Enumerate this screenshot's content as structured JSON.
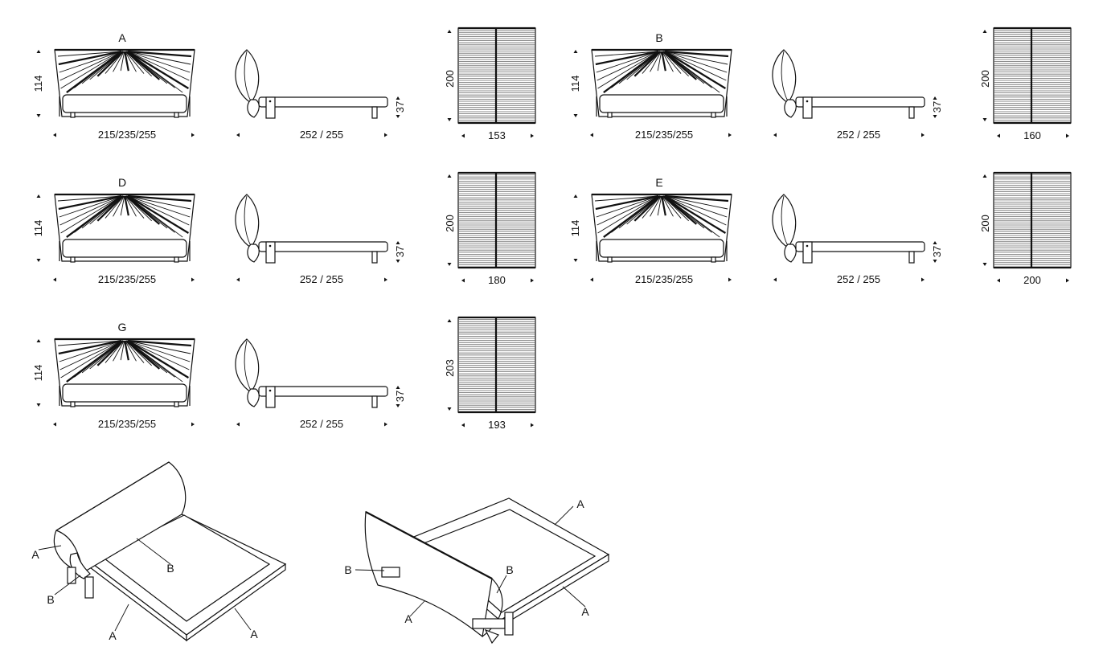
{
  "models": [
    {
      "letter": "A",
      "height": "114",
      "width": "215/235/255",
      "length": "252 / 255",
      "base": "37",
      "slat_length": "200",
      "slat_width": "153"
    },
    {
      "letter": "B",
      "height": "114",
      "width": "215/235/255",
      "length": "252 / 255",
      "base": "37",
      "slat_length": "200",
      "slat_width": "160"
    },
    {
      "letter": "D",
      "height": "114",
      "width": "215/235/255",
      "length": "252 / 255",
      "base": "37",
      "slat_length": "200",
      "slat_width": "180"
    },
    {
      "letter": "E",
      "height": "114",
      "width": "215/235/255",
      "length": "252 / 255",
      "base": "37",
      "slat_length": "200",
      "slat_width": "200"
    },
    {
      "letter": "G",
      "height": "114",
      "width": "215/235/255",
      "length": "252 / 255",
      "base": "37",
      "slat_length": "203",
      "slat_width": "193"
    }
  ],
  "iso1": {
    "labels": [
      "A",
      "B",
      "B",
      "A",
      "A"
    ]
  },
  "iso2": {
    "labels": [
      "A",
      "B",
      "B",
      "A",
      "A"
    ]
  }
}
